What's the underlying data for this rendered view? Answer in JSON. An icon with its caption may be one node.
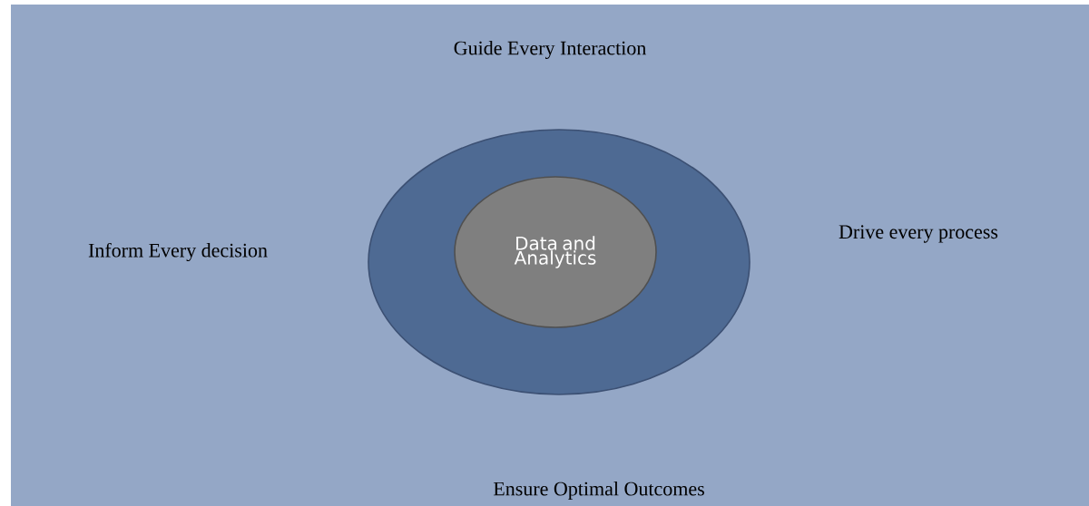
{
  "diagram": {
    "nodes": [
      {
        "text": [],
        "shape": "circle"
      },
      {
        "text": [
          "Data and Analytics"
        ],
        "in": 0
      }
    ],
    "edges": [],
    "labels": [
      "Guide Every Interaction",
      "Inform Every decision",
      "Drive every process",
      "Ensure Optimal Outcomes"
    ]
  }
}
